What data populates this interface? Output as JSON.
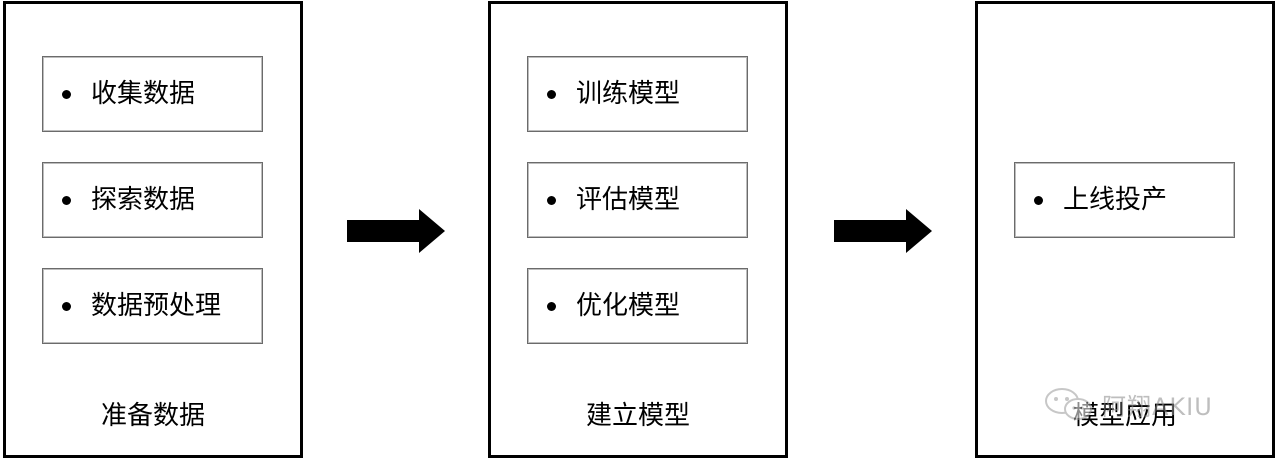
{
  "stages": [
    {
      "title": "准备数据",
      "items": [
        "收集数据",
        "探索数据",
        "数据预处理"
      ]
    },
    {
      "title": "建立模型",
      "items": [
        "训练模型",
        "评估模型",
        "优化模型"
      ]
    },
    {
      "title": "模型应用",
      "items": [
        "上线投产"
      ]
    }
  ],
  "watermark": {
    "text": "阿翔AKIU",
    "icon": "wechat-icon"
  }
}
